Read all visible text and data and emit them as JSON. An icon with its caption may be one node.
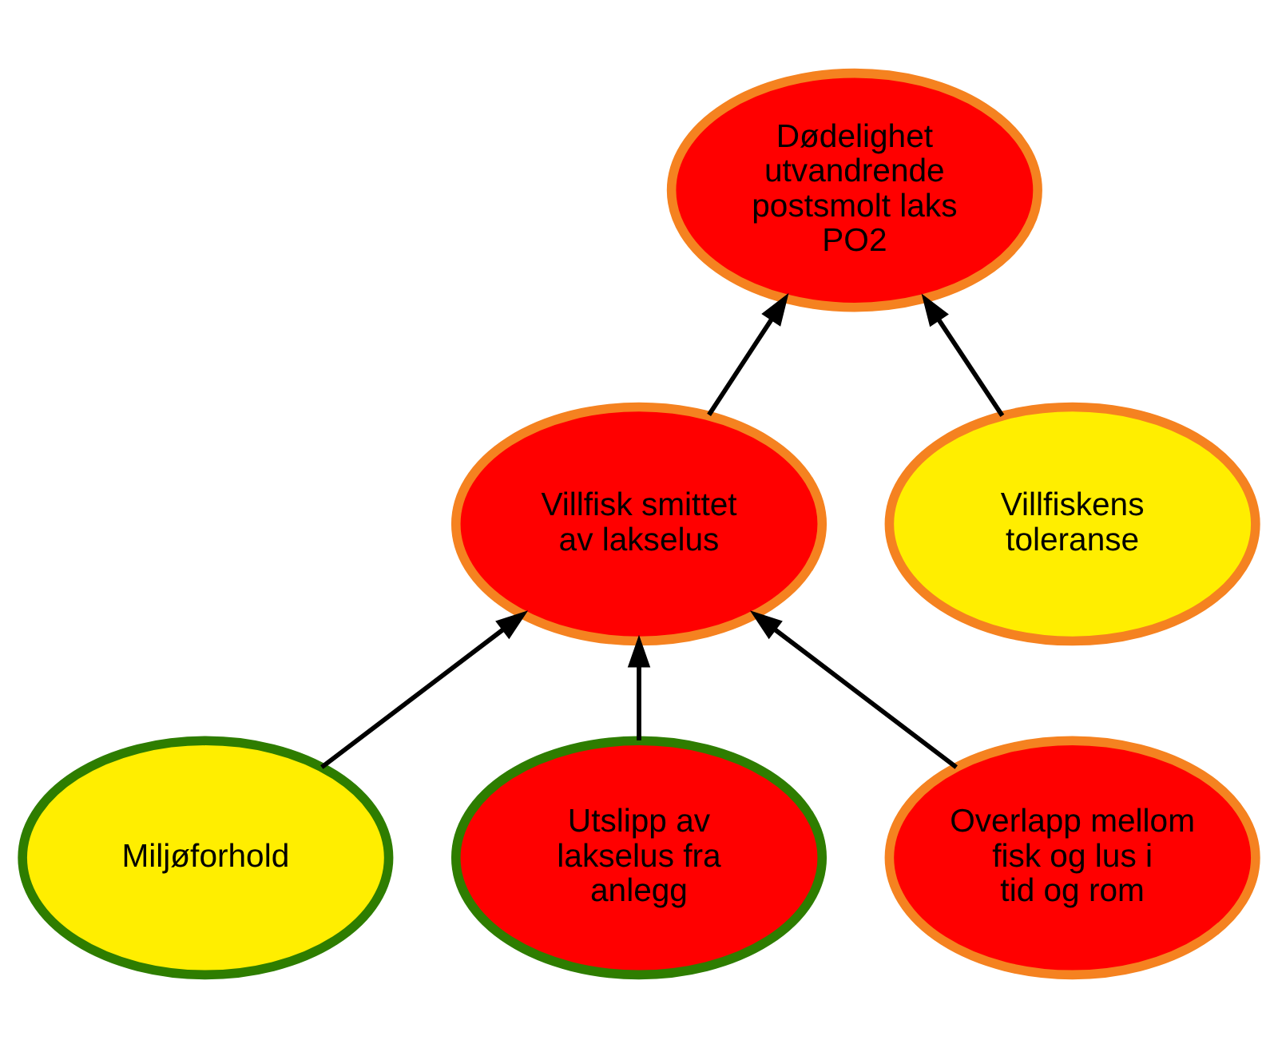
{
  "diagram": {
    "nodes": [
      {
        "text": [
          "Dødelighet utvandrende postsmolt laks PO2"
        ]
      },
      {
        "text": [
          "Villfisk smittet av lakselus"
        ]
      },
      {
        "text": [
          "Villfiskens toleranse"
        ]
      },
      {
        "text": [
          "Miljøforhold"
        ]
      },
      {
        "text": [
          "Utslipp av lakselus fra anlegg"
        ]
      },
      {
        "text": [
          "Overlapp mellom fisk og lus i tid og rom"
        ]
      }
    ],
    "edges": [
      {
        "from": 1,
        "to": 0,
        "arrow": "to"
      },
      {
        "from": 2,
        "to": 0,
        "arrow": "to"
      },
      {
        "from": 3,
        "to": 1,
        "arrow": "to"
      },
      {
        "from": 4,
        "to": 1,
        "arrow": "to"
      },
      {
        "from": 5,
        "to": 1,
        "arrow": "to"
      }
    ]
  }
}
